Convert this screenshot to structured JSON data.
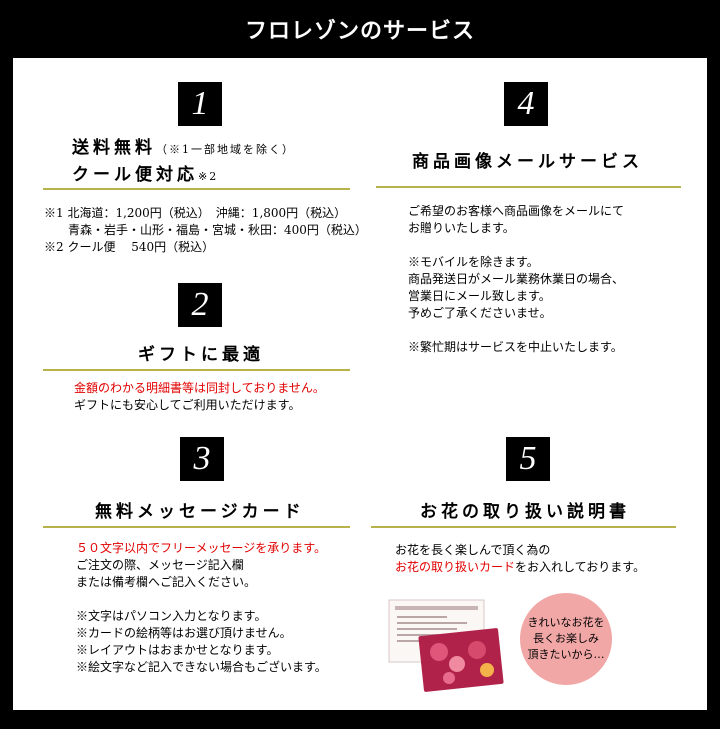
{
  "header": {
    "title": "フロレゾンのサービス"
  },
  "s1": {
    "num": "1",
    "title1": "送料無料",
    "title1_note": "（※1一部地域を除く）",
    "title2": "クール便対応",
    "title2_note": "※2",
    "lines": [
      "※1 北海道：1,200円（税込）　沖縄：1,800円（税込）",
      "　　青森・岩手・山形・福島・宮城・秋田：400円（税込）",
      "※2 クール便　 540円（税込）"
    ]
  },
  "s2": {
    "num": "2",
    "title": "ギフトに最適",
    "red_line": "金額のわかる明細書等は同封しておりません。",
    "line": "ギフトにも安心してご利用いただけます。"
  },
  "s3": {
    "num": "3",
    "title": "無料メッセージカード",
    "red_line": "５０文字以内でフリーメッセージを承ります。",
    "lines_a": [
      "ご注文の際、メッセージ記入欄",
      "または備考欄へご記入ください。"
    ],
    "lines_b": [
      "※文字はパソコン入力となります。",
      "※カードの絵柄等はお選び頂けません。",
      "※レイアウトはおまかせとなります。",
      "※絵文字など記入できない場合もございます。"
    ]
  },
  "s4": {
    "num": "4",
    "title": "商品画像メールサービス",
    "lines_a": [
      "ご希望のお客様へ商品画像をメールにて",
      "お贈りいたします。"
    ],
    "lines_b": [
      "※モバイルを除きます。",
      "商品発送日がメール業務休業日の場合、",
      "営業日にメール致します。",
      "予めご了承くださいませ。"
    ],
    "line_c": "※繁忙期はサービスを中止いたします。"
  },
  "s5": {
    "num": "5",
    "title": "お花の取り扱い説明書",
    "line1": "お花を長く楽しんで頂く為の",
    "line2_red": "お花の取り扱いカード",
    "line2_rest": "をお入れしております。",
    "bubble": [
      "きれいなお花を",
      "長くお楽しみ",
      "頂きたいから…"
    ]
  },
  "colors": {
    "accent_rule": "#b8b24a",
    "red": "#e10000",
    "bubble": "#f2a7a7"
  }
}
